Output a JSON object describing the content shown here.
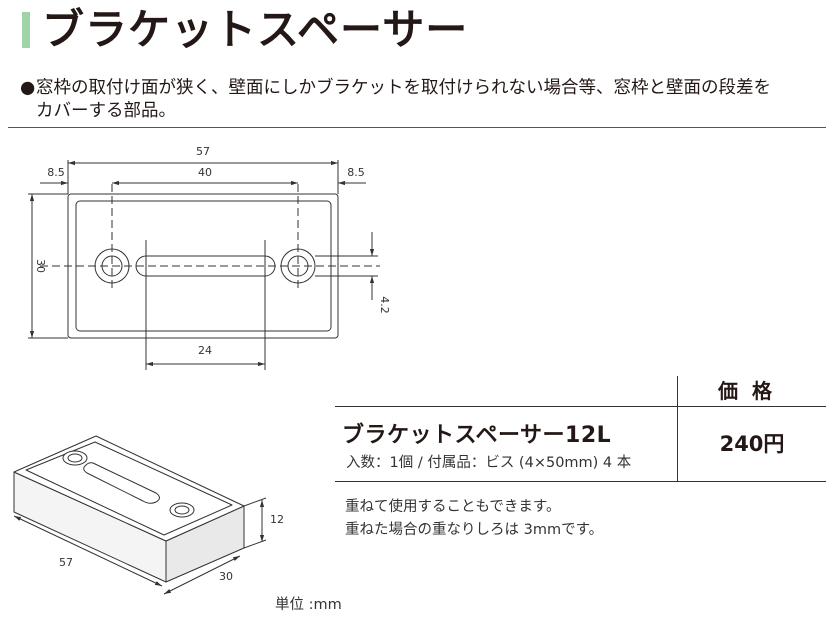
{
  "title": "ブラケットスペーサー",
  "description": {
    "bullet": "●",
    "line1": "窓枠の取付け面が狭く、壁面にしかブラケットを取付けられない場合等、窓枠と壁面の段差を",
    "line2": "カバーする部品。"
  },
  "drawing_top": {
    "dims": {
      "overall_width": "57",
      "hole_pitch": "40",
      "edge_left": "8.5",
      "edge_right": "8.5",
      "height": "30",
      "slot_length": "24",
      "hole_offset": "4.2"
    }
  },
  "drawing_iso": {
    "dims": {
      "height": "12",
      "length": "57",
      "width": "30"
    }
  },
  "table": {
    "price_header": "価格",
    "product_name": "ブラケットスペーサー12L",
    "product_sub": "入数：1個 / 付属品：ビス (4×50mm) 4 本",
    "price": "240円"
  },
  "notes": [
    "重ねて使用することもできます。",
    "重ねた場合の重なりしろは 3mmです。"
  ],
  "unit": "単位 :mm"
}
